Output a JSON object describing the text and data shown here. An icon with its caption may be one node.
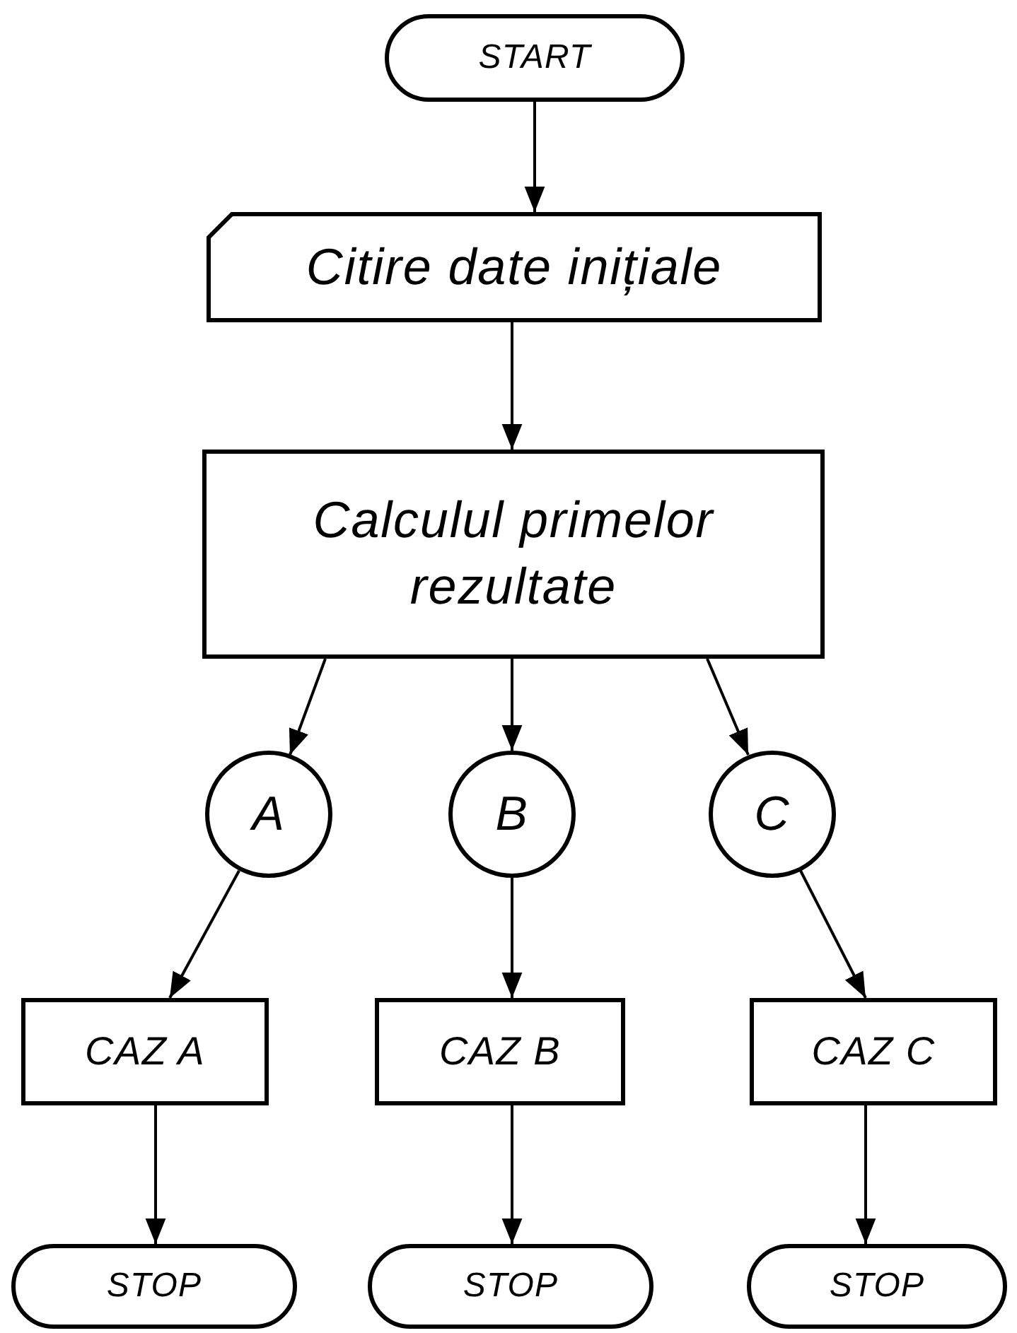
{
  "diagram": {
    "nodes": [
      {
        "text": [
          "START"
        ]
      },
      {
        "text": [
          "Citire date inițiale"
        ]
      },
      {
        "text": [
          "Calculul primelor rezultate"
        ]
      },
      {
        "text": [
          "A"
        ]
      },
      {
        "text": [
          "B"
        ]
      },
      {
        "text": [
          "C"
        ]
      },
      {
        "text": [
          "CAZ A"
        ]
      },
      {
        "text": [
          "CAZ B"
        ]
      },
      {
        "text": [
          "CAZ C"
        ]
      },
      {
        "text": [
          "STOP"
        ]
      },
      {
        "text": [
          "STOP"
        ]
      },
      {
        "text": [
          "STOP"
        ]
      }
    ],
    "edges": [
      {
        "from": 0,
        "to": 1,
        "arrow": "to"
      },
      {
        "from": 1,
        "to": 2,
        "arrow": "to"
      },
      {
        "from": 2,
        "to": 3,
        "arrow": "to"
      },
      {
        "from": 2,
        "to": 4,
        "arrow": "to"
      },
      {
        "from": 2,
        "to": 5,
        "arrow": "to"
      },
      {
        "from": 3,
        "to": 6,
        "arrow": "to"
      },
      {
        "from": 4,
        "to": 7,
        "arrow": "to"
      },
      {
        "from": 5,
        "to": 8,
        "arrow": "to"
      },
      {
        "from": 6,
        "to": 9,
        "arrow": "to"
      },
      {
        "from": 7,
        "to": 10,
        "arrow": "to"
      },
      {
        "from": 8,
        "to": 11,
        "arrow": "to"
      }
    ]
  }
}
